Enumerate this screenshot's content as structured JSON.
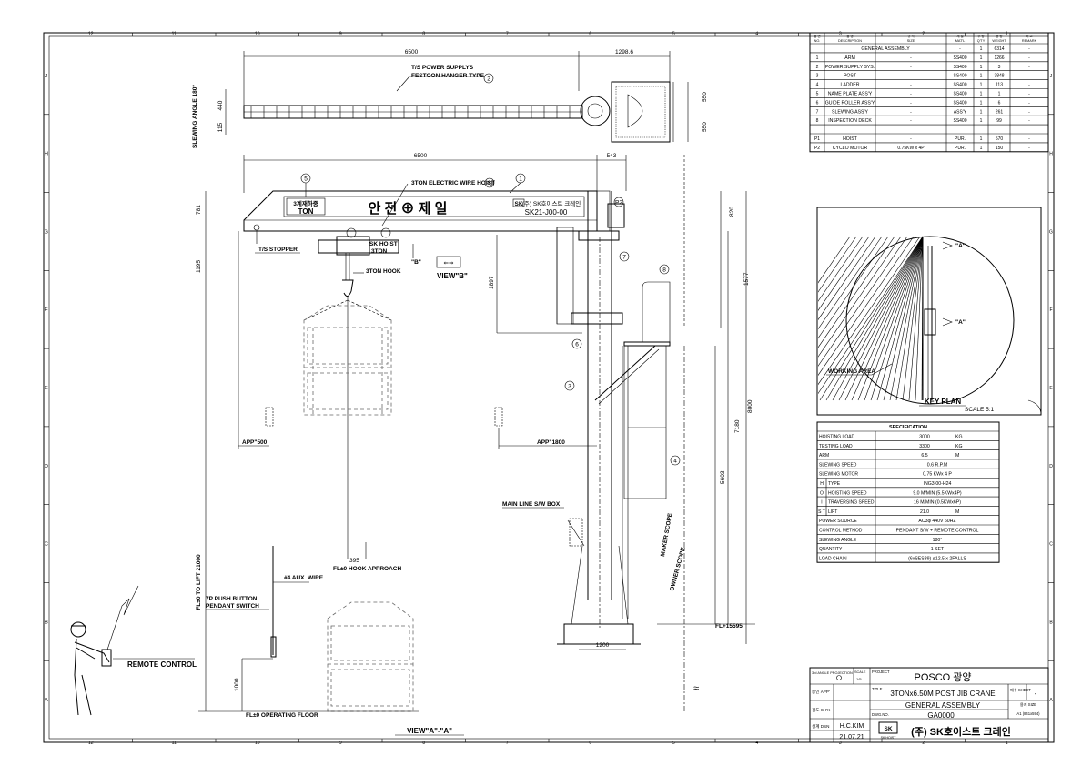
{
  "grid": {
    "cols": [
      "12",
      "11",
      "10",
      "9",
      "8",
      "7",
      "6",
      "5",
      "4",
      "3",
      "2",
      "1"
    ],
    "rows": [
      "J",
      "H",
      "G",
      "F",
      "E",
      "D",
      "C",
      "B",
      "A"
    ]
  },
  "top_view": {
    "dim_length": "6500",
    "dim_right": "1298.6",
    "power_label_1": "T/S POWER SUPPLYS",
    "power_label_2": "FESTOON HANGER TYPE",
    "power_balloon": "2",
    "slew_angle": "SLEWING ANGLE 180°",
    "dim_440": "440",
    "dim_115": "115",
    "dim_550a": "550",
    "dim_550b": "550"
  },
  "elevation": {
    "dim_length": "6500",
    "dim_543": "543",
    "dim_781": "781",
    "dim_820": "820",
    "dim_1195": "1195",
    "dim_1897": "1897",
    "dim_1577": "1577",
    "dim_7180": "7180",
    "dim_8000": "8000",
    "dim_5603": "5603",
    "dim_1200": "1200",
    "dim_1000": "1000",
    "dim_395": "395",
    "sign_cap_top": "3계재하중",
    "sign_cap_bot": "TON",
    "sign_safety": "안 전 ⊕ 제 일",
    "sign_company": "(주) SK호이스트 크레인",
    "sign_model": "SK21-J00-00",
    "sign_logo": "SK",
    "hoist_label": "3TON ELECTRIC WIRE HOIST",
    "hoist_balloon": "P1",
    "arm_balloon": "1",
    "plate_balloon": "5",
    "motor_balloon": "P2",
    "slew_balloon": "7",
    "guide_balloon": "6",
    "post_balloon": "3",
    "ladder_balloon": "4",
    "deck_balloon": "8",
    "stopper": "T/S STOPPER",
    "hoist_body_1": "SK HOIST",
    "hoist_body_2": "3TON",
    "view_b_mark": "\"B\"",
    "view_b": "VIEW\"B\"",
    "hook": "3TON HOOK",
    "app_500": "APP\"500",
    "app_1800": "APP\"1800",
    "lift": "FL±0 TO LIFT 21000",
    "hook_approach": "FL±0 HOOK APPROACH",
    "main_sw": "MAIN LINE S/W BOX",
    "aux_wire": "#4 AUX. WIRE",
    "pendant_1": "7P PUSH BUTTON",
    "pendant_2": "PENDANT SWITCH",
    "remote": "REMOTE CONTROL",
    "floor": "FL±0 OPERATING FLOOR",
    "maker_scope": "MAKER SCOPE",
    "owner_scope": "OWNER SCOPE",
    "fl_level": "FL+15595",
    "view_a": "VIEW\"A\"-\"A\""
  },
  "bom": {
    "headers": [
      "NO.",
      "DESCRIPTION",
      "SIZE",
      "MAT'L",
      "Q'TY",
      "WEIGHT",
      "REMARK"
    ],
    "header_ko": [
      "품 번",
      "품 명",
      "규 격",
      "재 질",
      "수 량",
      "중 량",
      "비 고"
    ],
    "rows": [
      [
        "",
        "GENERAL ASSEMBLY",
        "",
        "-",
        "1",
        "6314",
        "-"
      ],
      [
        "1",
        "ARM",
        "-",
        "SS400",
        "1",
        "1266",
        "-"
      ],
      [
        "2",
        "POWER SUPPLY SYS.",
        "-",
        "SS400",
        "1",
        "3",
        "-"
      ],
      [
        "3",
        "POST",
        "-",
        "SS400",
        "1",
        "3848",
        "-"
      ],
      [
        "4",
        "LADDER",
        "-",
        "SS400",
        "1",
        "113",
        "-"
      ],
      [
        "5",
        "NAME PLATE ASS'Y",
        "-",
        "SS400",
        "1",
        "1",
        "-"
      ],
      [
        "6",
        "GUIDE ROLLER ASS'Y",
        "-",
        "SS400",
        "1",
        "6",
        "-"
      ],
      [
        "7",
        "SLEWING ASS'Y",
        "-",
        "ASS'Y",
        "1",
        "261",
        "-"
      ],
      [
        "8",
        "INSPECTION DECK",
        "-",
        "SS400",
        "1",
        "99",
        "-"
      ],
      [
        "",
        "",
        "",
        "",
        "",
        "",
        ""
      ],
      [
        "P1",
        "HOIST",
        "-",
        "PUR.",
        "1",
        "570",
        "-"
      ],
      [
        "P2",
        "CYCLO MOTOR",
        "0.75KW x 4P",
        "PUR.",
        "1",
        "150",
        "-"
      ]
    ]
  },
  "key_plan": {
    "mark_a1": "\"A\"",
    "mark_a2": "\"A\"",
    "working_area": "WORKING AREA",
    "title": "KEY PLAN",
    "scale": "SCALE 5:1"
  },
  "spec": {
    "title": "SPECIFICATION",
    "rows": [
      [
        "",
        "HOISTING LOAD",
        "3000",
        "KG"
      ],
      [
        "",
        "TESTING LOAD",
        "3300",
        "KG"
      ],
      [
        "",
        "ARM",
        "6.5",
        "M"
      ],
      [
        "",
        "SLEWING SPEED",
        "0.6 R.P.M",
        ""
      ],
      [
        "",
        "SLEWING MOTOR",
        "0.75 KWx 4 P",
        ""
      ],
      [
        "H",
        "TYPE",
        "ING3-00-H24",
        ""
      ],
      [
        "O",
        "HOISTING SPEED",
        "9.0 M/MIN (5.5KWx4P)",
        ""
      ],
      [
        "I",
        "TRAVERSING SPEED",
        "16 M/MIN (0.5KWx6P)",
        ""
      ],
      [
        "S T",
        "LIFT",
        "21.0",
        "M"
      ],
      [
        "",
        "POWER SOURCE",
        "AC3φ 440V 60HZ",
        ""
      ],
      [
        "",
        "CONTROL METHOD",
        "PENDANT S/W + REMOTE CONTROL",
        ""
      ],
      [
        "",
        "SLEWING ANGLE",
        "180°",
        ""
      ],
      [
        "",
        "QUANTITY",
        "1 SET",
        ""
      ],
      [
        "",
        "LOAD CHAIN",
        "(6xSES39) ø12.5 x 2FALLS",
        ""
      ]
    ]
  },
  "title_block": {
    "projection": "3rd ANGLE PROJECTION",
    "scale_label": "SCALE",
    "scale_val": "1/5",
    "project_label": "PROJECT",
    "project": "POSCO 광양",
    "app_label": "승인 APP'",
    "title_label": "TITLE",
    "title_1": "3TONx6.50M POST JIB CRANE",
    "title_2": "GENERAL ASSEMBLY",
    "sheet_label": "매수 SHEET",
    "sheet_val": "-",
    "size_label": "용지 SIZE",
    "size_val": "A1 (841x594)",
    "chk_label": "검도 CH'K",
    "dwg_label": "DWG.NO.",
    "dwg_no": "GA0000",
    "dsn_label": "설계 DSN",
    "designer": "H.C.KIM",
    "date": "21.07.21",
    "company": "(주) SK호이스트 크레인",
    "logo": "SK",
    "logo_sub": "SK HOIST"
  }
}
